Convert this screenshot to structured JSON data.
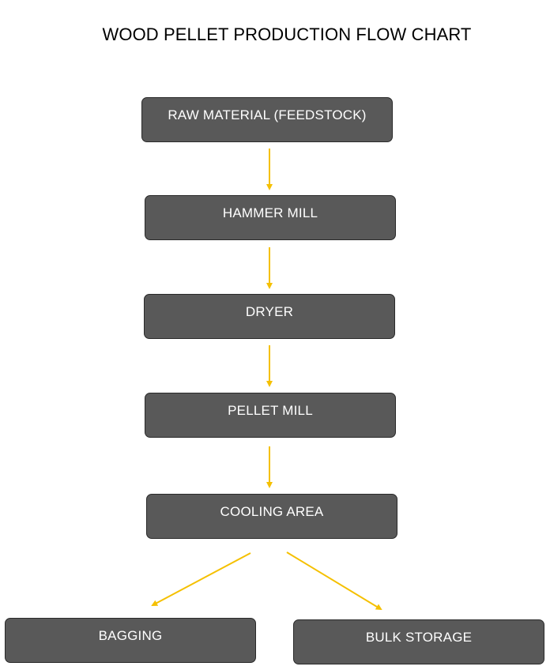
{
  "title": "WOOD PELLET PRODUCTION FLOW CHART",
  "colors": {
    "node_fill": "#595959",
    "node_text": "#ffffff",
    "arrow": "#f5c000",
    "title": "#000000"
  },
  "nodes": {
    "raw_material": "RAW MATERIAL (FEEDSTOCK)",
    "hammer_mill": "HAMMER MILL",
    "dryer": "DRYER",
    "pellet_mill": "PELLET MILL",
    "cooling_area": "COOLING AREA",
    "bagging": "BAGGING",
    "bulk_storage": "BULK STORAGE"
  },
  "edges": [
    [
      "raw_material",
      "hammer_mill"
    ],
    [
      "hammer_mill",
      "dryer"
    ],
    [
      "dryer",
      "pellet_mill"
    ],
    [
      "pellet_mill",
      "cooling_area"
    ],
    [
      "cooling_area",
      "bagging"
    ],
    [
      "cooling_area",
      "bulk_storage"
    ]
  ]
}
